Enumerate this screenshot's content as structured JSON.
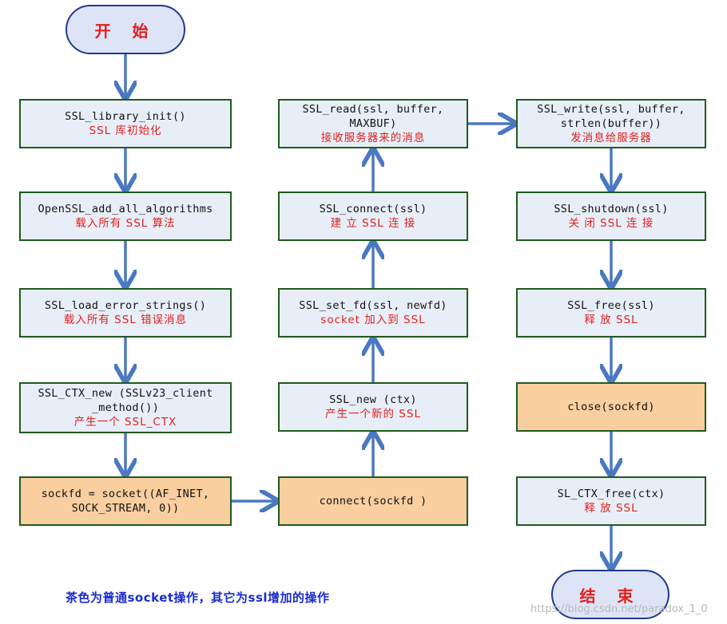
{
  "diagram": {
    "title": "",
    "nodes": [
      {
        "id": "start",
        "shape": "terminal",
        "label": "开 始"
      },
      {
        "id": "lib_init",
        "shape": "process",
        "color": "blue",
        "lines": [
          "SSL_library_init()",
          "",
          "SSL 库初始化"
        ]
      },
      {
        "id": "add_algs",
        "shape": "process",
        "color": "blue",
        "lines": [
          "OpenSSL_add_all_algorithms",
          "",
          "载入所有 SSL 算法"
        ]
      },
      {
        "id": "load_err",
        "shape": "process",
        "color": "blue",
        "lines": [
          "SSL_load_error_strings()",
          "",
          "载入所有 SSL 错误消息"
        ]
      },
      {
        "id": "ctx_new",
        "shape": "process",
        "color": "blue",
        "lines": [
          "SSL_CTX_new (SSLv23_client",
          "_method())",
          "产生一个 SSL_CTX"
        ]
      },
      {
        "id": "socket",
        "shape": "process",
        "color": "tan",
        "lines": [
          "sockfd = socket((AF_INET,",
          "SOCK_STREAM, 0))",
          ""
        ]
      },
      {
        "id": "connect_sock",
        "shape": "process",
        "color": "tan",
        "lines": [
          "connect(sockfd )",
          "",
          ""
        ]
      },
      {
        "id": "ssl_new",
        "shape": "process",
        "color": "blue",
        "lines": [
          "SSL_new (ctx)",
          "",
          "产生一个新的 SSL"
        ]
      },
      {
        "id": "set_fd",
        "shape": "process",
        "color": "blue",
        "lines": [
          "SSL_set_fd(ssl, newfd)",
          "",
          "socket 加入到 SSL"
        ]
      },
      {
        "id": "ssl_connect",
        "shape": "process",
        "color": "blue",
        "lines": [
          "SSL_connect(ssl)",
          "",
          "建 立 SSL 连 接"
        ]
      },
      {
        "id": "ssl_read",
        "shape": "process",
        "color": "blue",
        "lines": [
          "SSL_read(ssl, buffer,",
          "MAXBUF)",
          "接收服务器来的消息"
        ]
      },
      {
        "id": "ssl_write",
        "shape": "process",
        "color": "blue",
        "lines": [
          "SSL_write(ssl, buffer,",
          "strlen(buffer))",
          "发消息给服务器"
        ]
      },
      {
        "id": "shutdown",
        "shape": "process",
        "color": "blue",
        "lines": [
          "SSL_shutdown(ssl)",
          "",
          "关 闭 SSL 连 接"
        ]
      },
      {
        "id": "ssl_free",
        "shape": "process",
        "color": "blue",
        "lines": [
          "SSL_free(ssl)",
          "",
          "释 放 SSL"
        ]
      },
      {
        "id": "close",
        "shape": "process",
        "color": "tan",
        "lines": [
          "close(sockfd)",
          "",
          ""
        ]
      },
      {
        "id": "ctx_free",
        "shape": "process",
        "color": "blue",
        "lines": [
          "SL_CTX_free(ctx)",
          "",
          "释 放 SSL"
        ]
      },
      {
        "id": "end",
        "shape": "terminal",
        "label": "结 束"
      }
    ],
    "edges": [
      [
        "start",
        "lib_init"
      ],
      [
        "lib_init",
        "add_algs"
      ],
      [
        "add_algs",
        "load_err"
      ],
      [
        "load_err",
        "ctx_new"
      ],
      [
        "ctx_new",
        "socket"
      ],
      [
        "socket",
        "connect_sock"
      ],
      [
        "connect_sock",
        "ssl_new"
      ],
      [
        "ssl_new",
        "set_fd"
      ],
      [
        "set_fd",
        "ssl_connect"
      ],
      [
        "ssl_connect",
        "ssl_read"
      ],
      [
        "ssl_read",
        "ssl_write"
      ],
      [
        "ssl_write",
        "shutdown"
      ],
      [
        "shutdown",
        "ssl_free"
      ],
      [
        "ssl_free",
        "close"
      ],
      [
        "close",
        "ctx_free"
      ],
      [
        "ctx_free",
        "end"
      ]
    ],
    "footnote": "茶色为普通socket操作，其它为ssl增加的操作",
    "watermark": "https://blog.csdn.net/paradox_1_0",
    "colors": {
      "process_blue": "#e8eef7",
      "process_tan": "#f9cfa0",
      "border": "#1f5a1f",
      "arrow": "#4a78c2",
      "note_text": "#e0201c"
    }
  }
}
